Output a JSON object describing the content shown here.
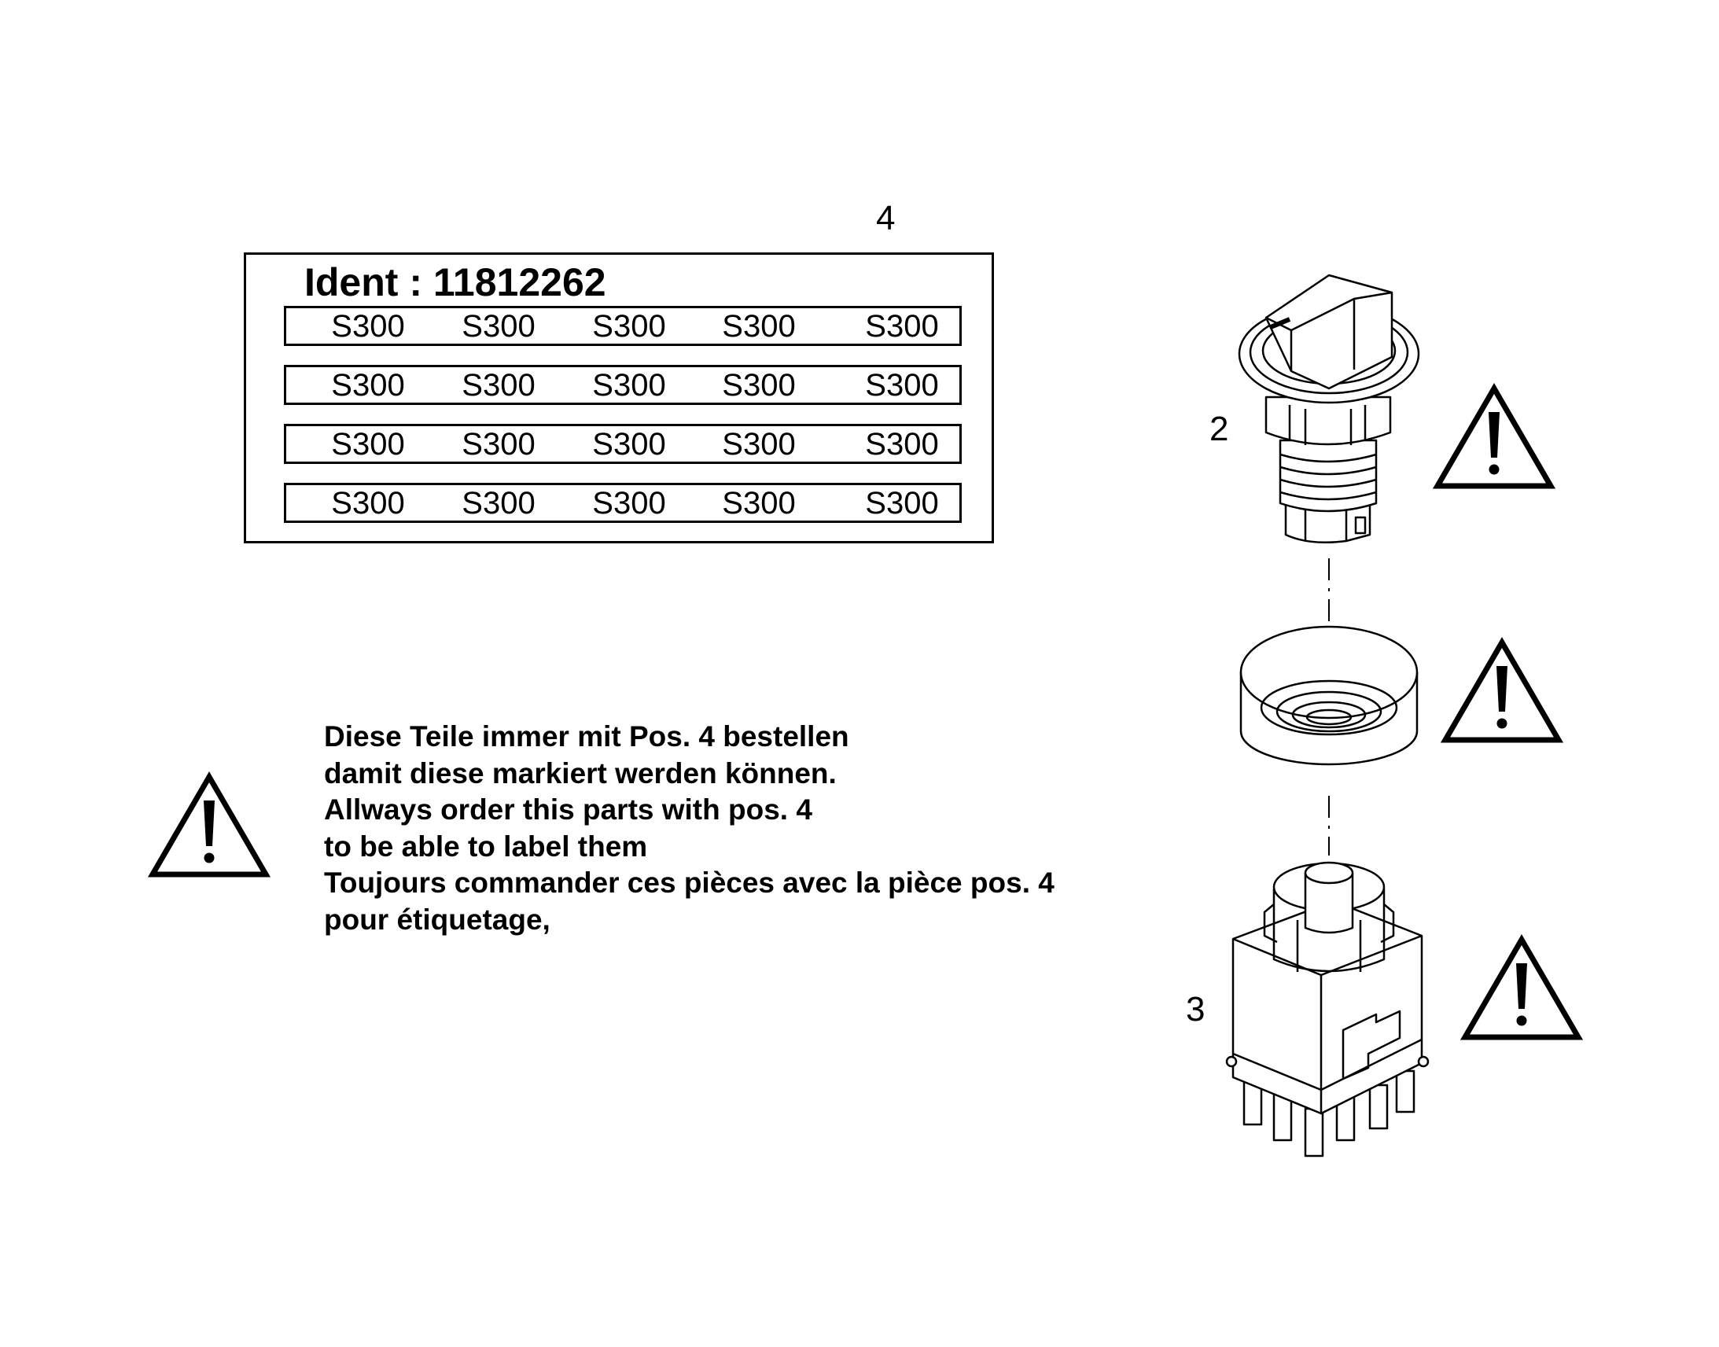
{
  "label_sheet": {
    "ident": "Ident : 11812262",
    "rows": [
      [
        "S300",
        "S300",
        "S300",
        "S300",
        "S300"
      ],
      [
        "S300",
        "S300",
        "S300",
        "S300",
        "S300"
      ],
      [
        "S300",
        "S300",
        "S300",
        "S300",
        "S300"
      ],
      [
        "S300",
        "S300",
        "S300",
        "S300",
        "S300"
      ]
    ]
  },
  "positions": {
    "pos4": "4",
    "pos2": "2",
    "pos3": "3"
  },
  "note": {
    "lines": [
      "Diese Teile immer mit Pos. 4   bestellen",
      "damit diese markiert werden können.",
      "Allways order this parts with pos. 4",
      "to be able to label them",
      "Toujours commander ces pièces avec la pièce pos. 4",
      "pour étiquetage,"
    ]
  },
  "icons": {
    "warning": "warning-triangle-icon",
    "selector_knob": "rotary-selector-knob-icon",
    "bezel_ring": "bezel-ring-icon",
    "contact_block": "contact-block-icon"
  }
}
